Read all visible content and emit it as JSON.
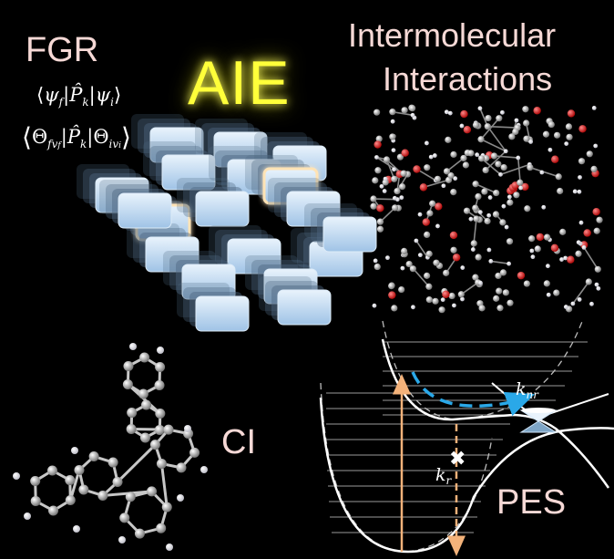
{
  "labels": {
    "fgr": "FGR",
    "aie": "AIE",
    "intermolecular_line1": "Intermolecular",
    "intermolecular_line2": "Interactions",
    "ci": "CI",
    "pes": "PES"
  },
  "equations": {
    "matrix_element_electronic": {
      "open": "⟨",
      "a": "ψ",
      "a_sub": "f",
      "op": "P̂",
      "op_sub": "k",
      "b": "ψ",
      "b_sub": "i",
      "close": "⟩"
    },
    "matrix_element_vibronic": {
      "open": "⟨",
      "a": "Θ",
      "a_sub": "fv",
      "a_subsub": "f",
      "op": "P̂",
      "op_sub": "k",
      "b": "Θ",
      "b_sub": "iv",
      "b_subsub": "i",
      "close": "⟩"
    }
  },
  "rates": {
    "nonradiative": "k",
    "nonradiative_sub": "nr",
    "radiative": "k",
    "radiative_sub": "r"
  },
  "colors": {
    "background": "#000000",
    "label_text": "#f6d9d6",
    "aie_glow": "#ffff3a",
    "box_fill": "#cfe4f7",
    "box_glow": "#ffe3b5",
    "arrow_orange": "#f3b27a",
    "arrow_blue": "#2aa8e8"
  }
}
